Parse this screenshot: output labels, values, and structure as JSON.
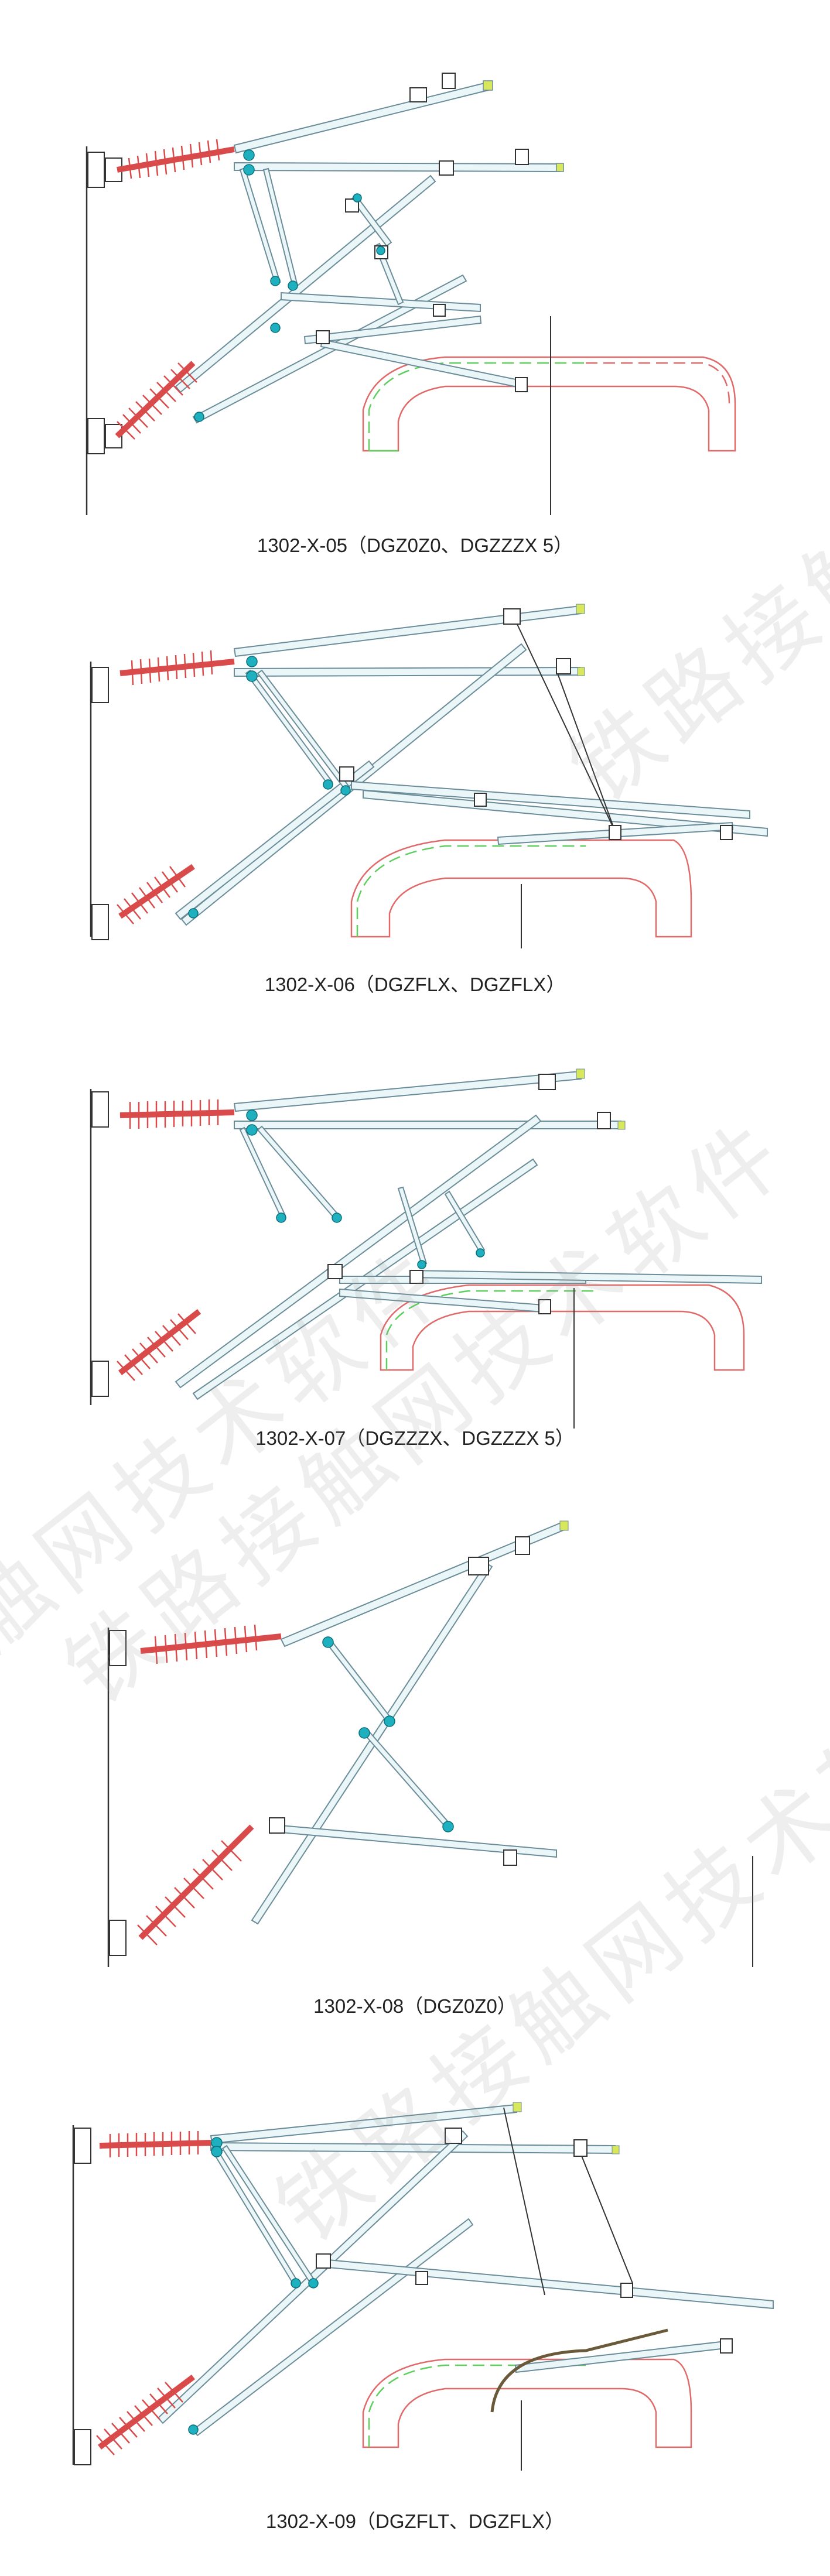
{
  "watermark": {
    "text": "铁路接触网技术软件"
  },
  "diagrams": [
    {
      "id": "d1",
      "caption": "1302-X-05（DGZ0Z0、DGZZZX 5）"
    },
    {
      "id": "d2",
      "caption": "1302-X-06（DGZFLX、DGZFLX）"
    },
    {
      "id": "d3",
      "caption": "1302-X-07（DGZZZX、DGZZZX 5）"
    },
    {
      "id": "d4",
      "caption": "1302-X-08（DGZ0Z0）"
    },
    {
      "id": "d5",
      "caption": "1302-X-09（DGZFLT、DGZFLX）"
    }
  ],
  "colors": {
    "insulator": "#d94a4a",
    "tube_fill": "#eaf6f7",
    "tube_line": "#6b8c99",
    "clamp": "#1fb0c0",
    "pantograph_green": "#5ecf5e",
    "pantograph_red": "#e06a6a",
    "fitting": "#333333",
    "tube_end": "#d8e85a"
  }
}
